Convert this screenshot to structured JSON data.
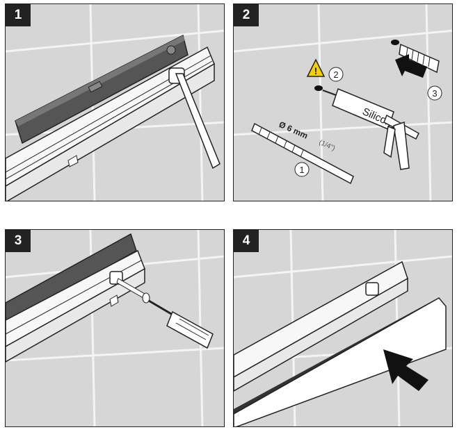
{
  "steps": [
    {
      "number": "1"
    },
    {
      "number": "2"
    },
    {
      "number": "3"
    },
    {
      "number": "4"
    }
  ],
  "drill": {
    "diameter_label": "Ø 6 mm",
    "fraction_label": "(1/4\")",
    "callout": "1"
  },
  "silicone": {
    "tube_label": "Silicone",
    "callout": "2"
  },
  "anchor": {
    "callout": "3"
  },
  "colors": {
    "tile": "#d6d6d6",
    "grout": "#f4f4f4",
    "level": "#555555",
    "rail": "#f7f7f7",
    "outline": "#222222",
    "warning": "#f5d000"
  }
}
